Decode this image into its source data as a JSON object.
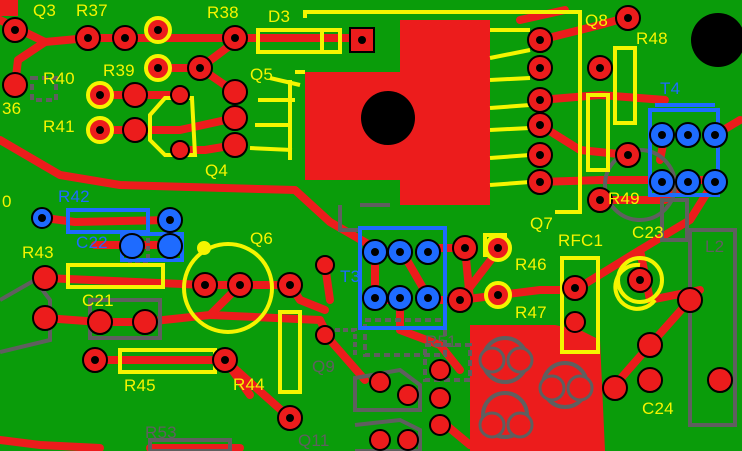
{
  "colors": {
    "board": "#0a9c0a",
    "copper": "#ec1c1c",
    "silkscreen": "#f5f500",
    "bottom_silk": "#1e6bff",
    "outline": "#5f5f5f",
    "hole": "#000000"
  },
  "board": {
    "silkscreen_labels": {
      "q3": "Q3",
      "r37": "R37",
      "r38": "R38",
      "d3": "D3",
      "q8": "Q8",
      "r48": "R48",
      "r39": "R39",
      "r40": "R40",
      "q5": "Q5",
      "r41": "R41",
      "q4": "Q4",
      "r42": "R42",
      "c22": "C22",
      "q6": "Q6",
      "r43": "R43",
      "t3": "T3",
      "r46": "R46",
      "rfc1": "RFC1",
      "c23": "C23",
      "c21": "C21",
      "r47": "R47",
      "r45": "R45",
      "r44": "R44",
      "q9": "Q9",
      "r53": "R53",
      "q11": "Q11",
      "c24": "C24",
      "q7": "Q7",
      "r49": "R49",
      "t4": "T4"
    },
    "partial_labels": {
      "r36_fragment": "36",
      "left_edge_fragment": "0",
      "l2_fragment": "L2",
      "r51_fragment": "R51"
    }
  }
}
